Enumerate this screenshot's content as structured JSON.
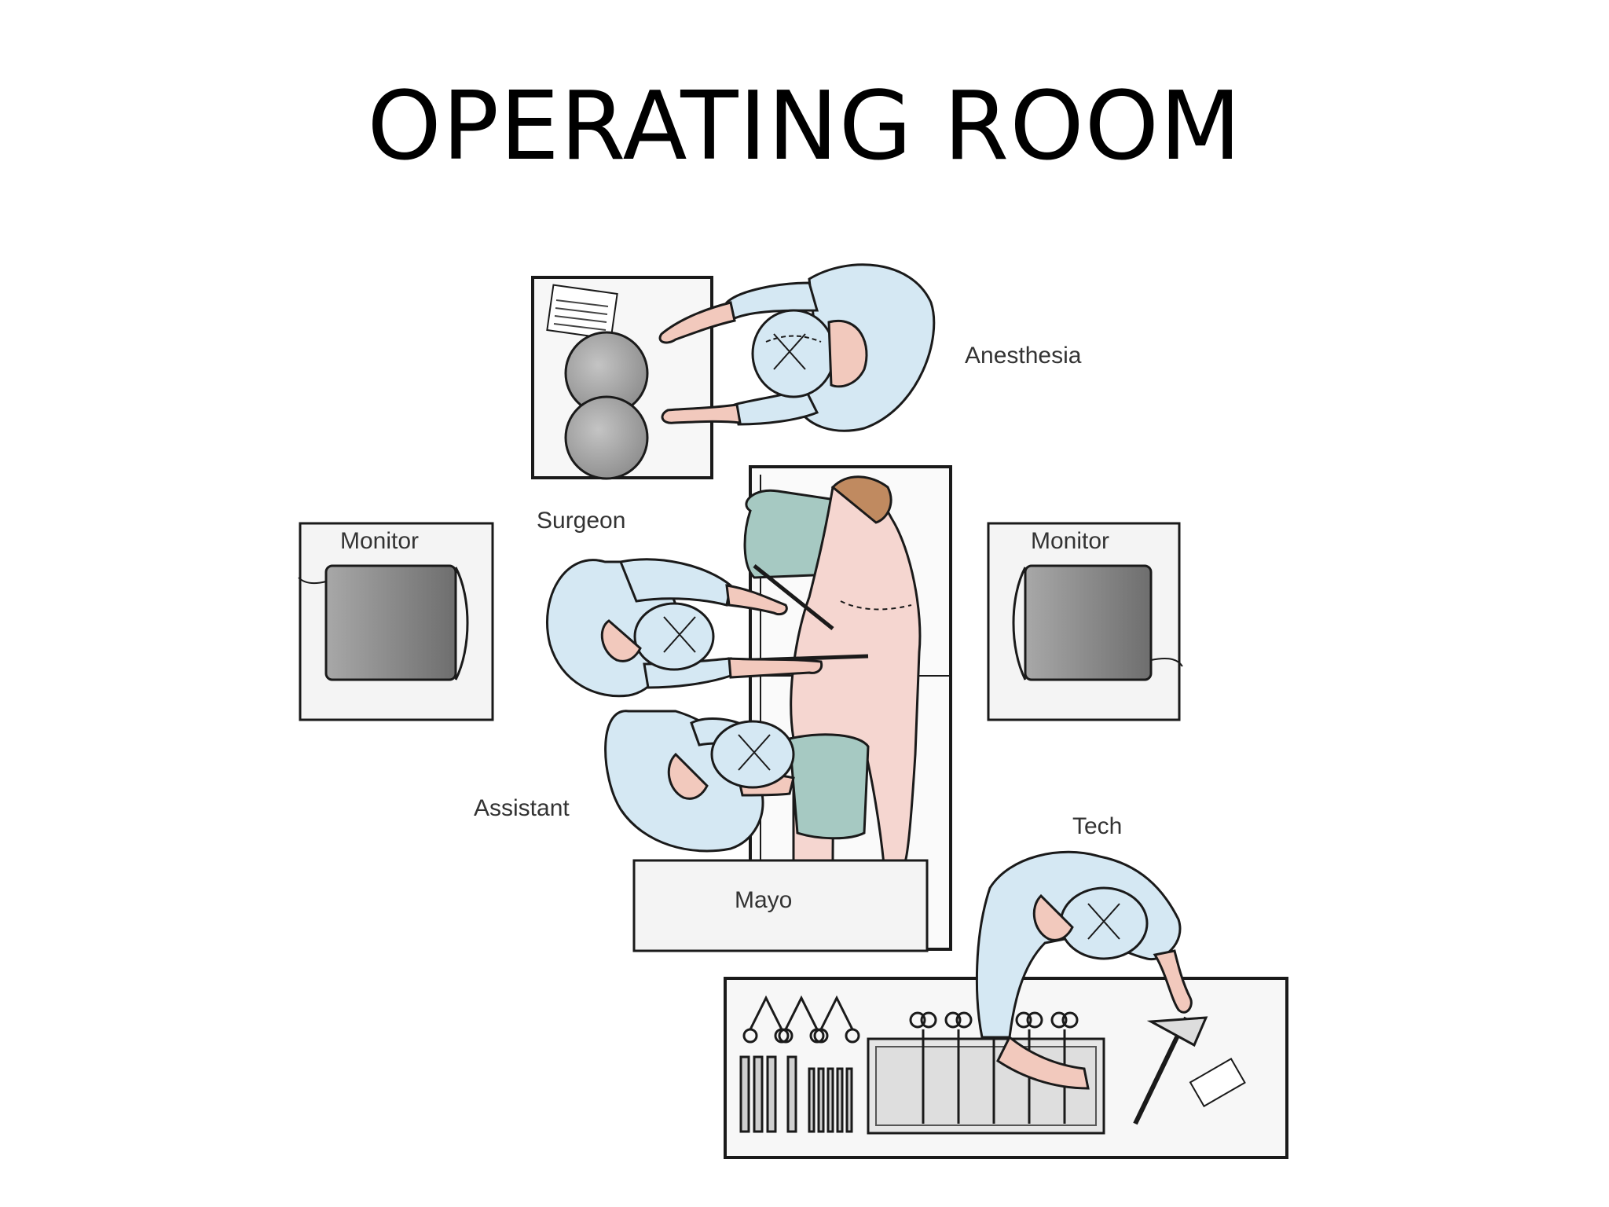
{
  "slide": {
    "title": "OPERATING ROOM"
  },
  "labels": {
    "anesthesia": "Anesthesia",
    "surgeon": "Surgeon",
    "monitor_left": "Monitor",
    "monitor_right": "Monitor",
    "assistant": "Assistant",
    "tech": "Tech",
    "mayo": "Mayo"
  },
  "colors": {
    "gown": "#d5e8f3",
    "skin": "#f2c9bd",
    "patient_skin": "#f5d6d0",
    "drape": "#a6c9c2",
    "monitor_frame": "#f4f4f4",
    "monitor_screen": "#8e8e8e",
    "hair": "#c08a60",
    "outline": "#1a1a1a"
  }
}
